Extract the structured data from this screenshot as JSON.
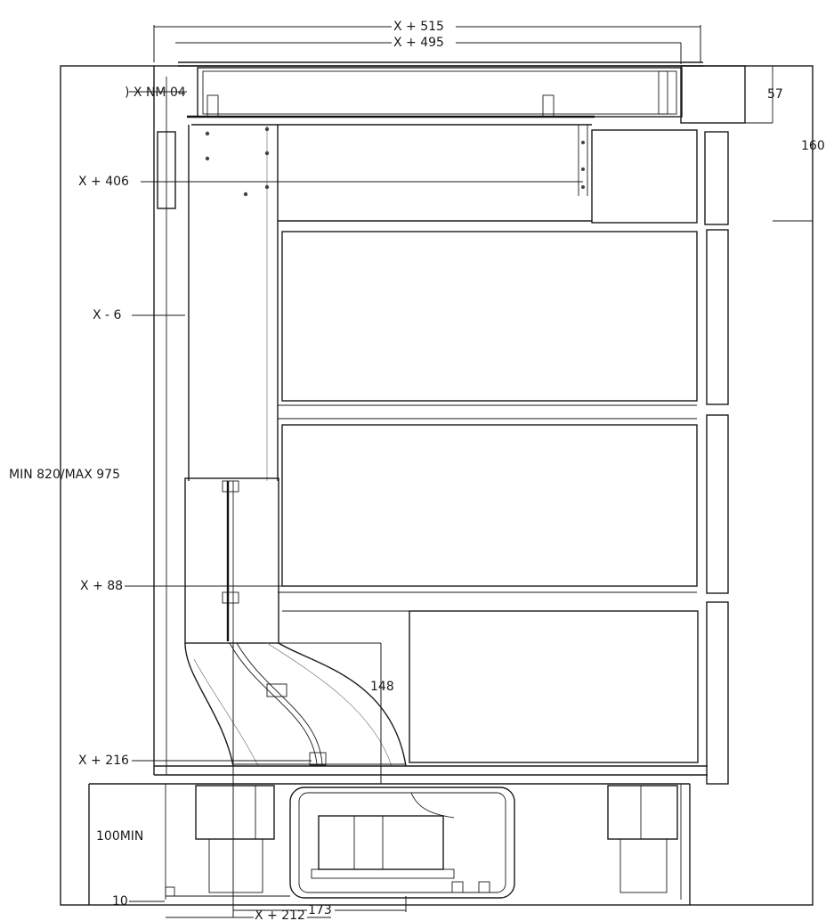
{
  "dimensions": {
    "top_width_outer": "X + 515",
    "top_width_inner": "X + 495",
    "min_top": ") X NM 04",
    "worktop_thickness": "57",
    "top_zone_height": "160",
    "upper_offset": "X + 406",
    "back_offset": "X - 6",
    "cabinet_height": "MIN 820/MAX 975",
    "mid_offset": "X + 88",
    "duct_width": "148",
    "lower_offset": "X + 216",
    "plinth_height": "100MIN",
    "plinth_gap": "10",
    "plinth_depth": "173",
    "bottom_offset": "X + 212"
  }
}
